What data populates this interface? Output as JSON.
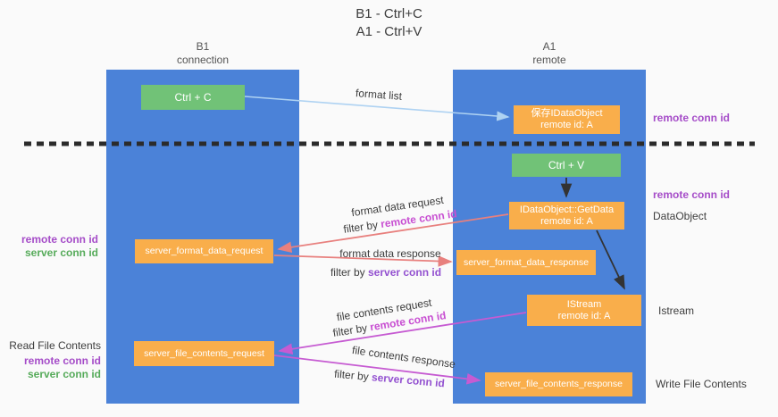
{
  "title": {
    "line1": "B1 - Ctrl+C",
    "line2": "A1 - Ctrl+V"
  },
  "lanes": {
    "left": {
      "title": "B1",
      "subtitle": "connection"
    },
    "right": {
      "title": "A1",
      "subtitle": "remote"
    }
  },
  "boxes": {
    "ctrl_c": {
      "label": "Ctrl + C"
    },
    "save_idataobject": {
      "line1": "保存IDataObject",
      "line2": "remote id: A"
    },
    "ctrl_v": {
      "label": "Ctrl + V"
    },
    "idataobject_getdata": {
      "line1": "IDataObject::GetData",
      "line2": "remote id: A"
    },
    "server_format_data_request": {
      "label": "server_format_data_request"
    },
    "server_format_data_response": {
      "label": "server_format_data_response"
    },
    "istream": {
      "line1": "IStream",
      "line2": "remote id: A"
    },
    "server_file_contents_request": {
      "label": "server_file_contents_request"
    },
    "server_file_contents_response": {
      "label": "server_file_contents_response"
    }
  },
  "flow_labels": {
    "format_list": "format list",
    "format_data_request": "format data request",
    "format_data_response": "format data response",
    "file_contents_request": "file contents request",
    "file_contents_response": "file contents response",
    "filter_by": "filter by",
    "remote_conn_id": "remote conn id",
    "server_conn_id": "server conn id"
  },
  "side_labels": {
    "remote_conn_id": "remote conn id",
    "server_conn_id": "server conn id",
    "dataobject": "DataObject",
    "istream": "Istream",
    "read_file_contents": "Read File Contents",
    "write_file_contents": "Write File Contents"
  },
  "colors": {
    "background": "#fafafa",
    "lane_blue": "#4b82d8",
    "box_green": "#71c277",
    "box_orange": "#f9ae4b",
    "arrow_salmon": "#e8807e",
    "arrow_magenta": "#c65bd2",
    "arrow_lightblue": "#aed2f2",
    "arrow_black": "#333333",
    "text_dark": "#3d3d3d",
    "text_purple": "#a54cc8",
    "text_green": "#56ab5a",
    "text_magenta": "#c84fd2",
    "text_violet": "#9351d0"
  }
}
